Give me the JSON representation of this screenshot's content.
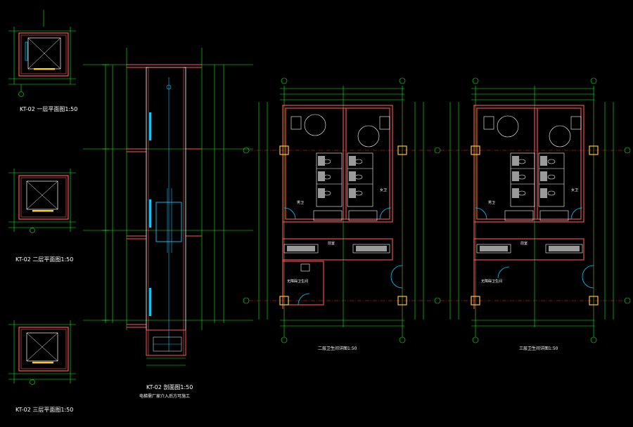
{
  "colors": {
    "background": "#000000",
    "dimension": "#00ff00",
    "wall": "#ff5555",
    "fixture": "#ffffff",
    "door": "#00ccff",
    "column": "#ffcc00",
    "axis": "#ff2222",
    "text": "#ffffff"
  },
  "plans": {
    "first_floor": {
      "title": "KT-02 一层平面图1:50"
    },
    "second_floor": {
      "title": "KT-02 二层平面图1:50"
    },
    "third_floor": {
      "title": "KT-02 三层平面图1:50"
    }
  },
  "section": {
    "title": "KT-02 剖面图1:50",
    "note": "电梯需厂家介入后方可施工"
  },
  "washroom_plans": [
    {
      "title": "二层卫生间详图1:50",
      "rooms": [
        "男卫",
        "女卫",
        "前室",
        "无障碍卫生间"
      ]
    },
    {
      "title": "三层卫生间详图1:50",
      "rooms": [
        "男卫",
        "女卫",
        "前室",
        "无障碍卫生间"
      ]
    }
  ]
}
